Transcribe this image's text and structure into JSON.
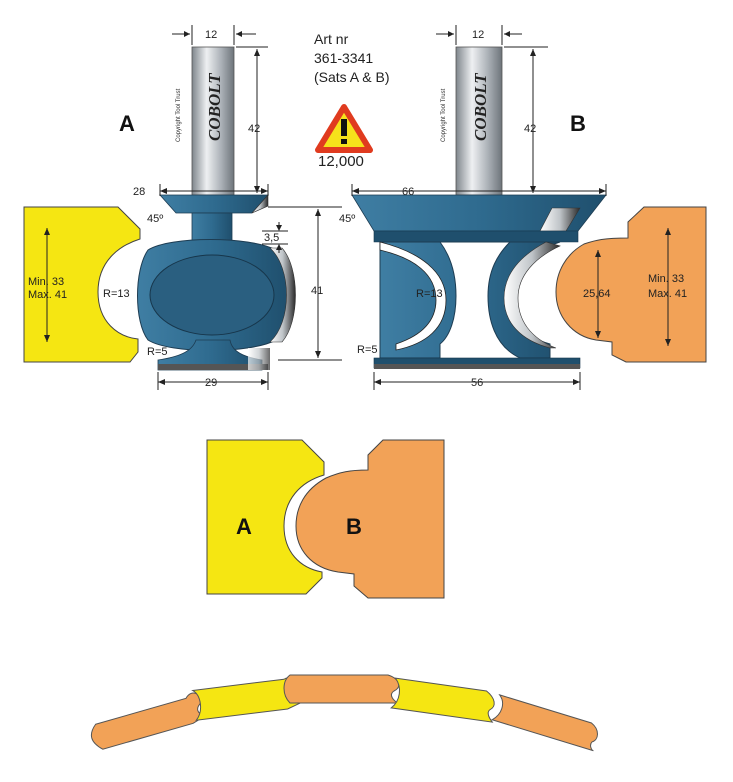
{
  "header": {
    "art_label": "Art nr",
    "art_number": "361-3341",
    "set_label": "(Sats A & B)",
    "rpm": "12,000"
  },
  "brand": "COBOLT",
  "copyright": "Copyright Tool Trust",
  "cutter_a": {
    "letter": "A",
    "shank_diameter": "12",
    "shank_length": "42",
    "top_width": "28",
    "angle": "45º",
    "step": "3,5",
    "height": "41",
    "radius_large": "R=13",
    "radius_small": "R=5",
    "base_width": "29",
    "stock_min": "Min. 33",
    "stock_max": "Max. 41"
  },
  "cutter_b": {
    "letter": "B",
    "shank_diameter": "12",
    "shank_length": "42",
    "top_width": "66",
    "angle": "45º",
    "radius_large": "R=13",
    "radius_small": "R=5",
    "base_width": "56",
    "profile_width": "25,64",
    "stock_min": "Min. 33",
    "stock_max": "Max. 41"
  },
  "joint": {
    "label_a": "A",
    "label_b": "B"
  },
  "colors": {
    "piece_a": "#f5e612",
    "piece_b": "#f2a257",
    "cutter": "#2f6b8f",
    "shank": "#b9bec3"
  }
}
